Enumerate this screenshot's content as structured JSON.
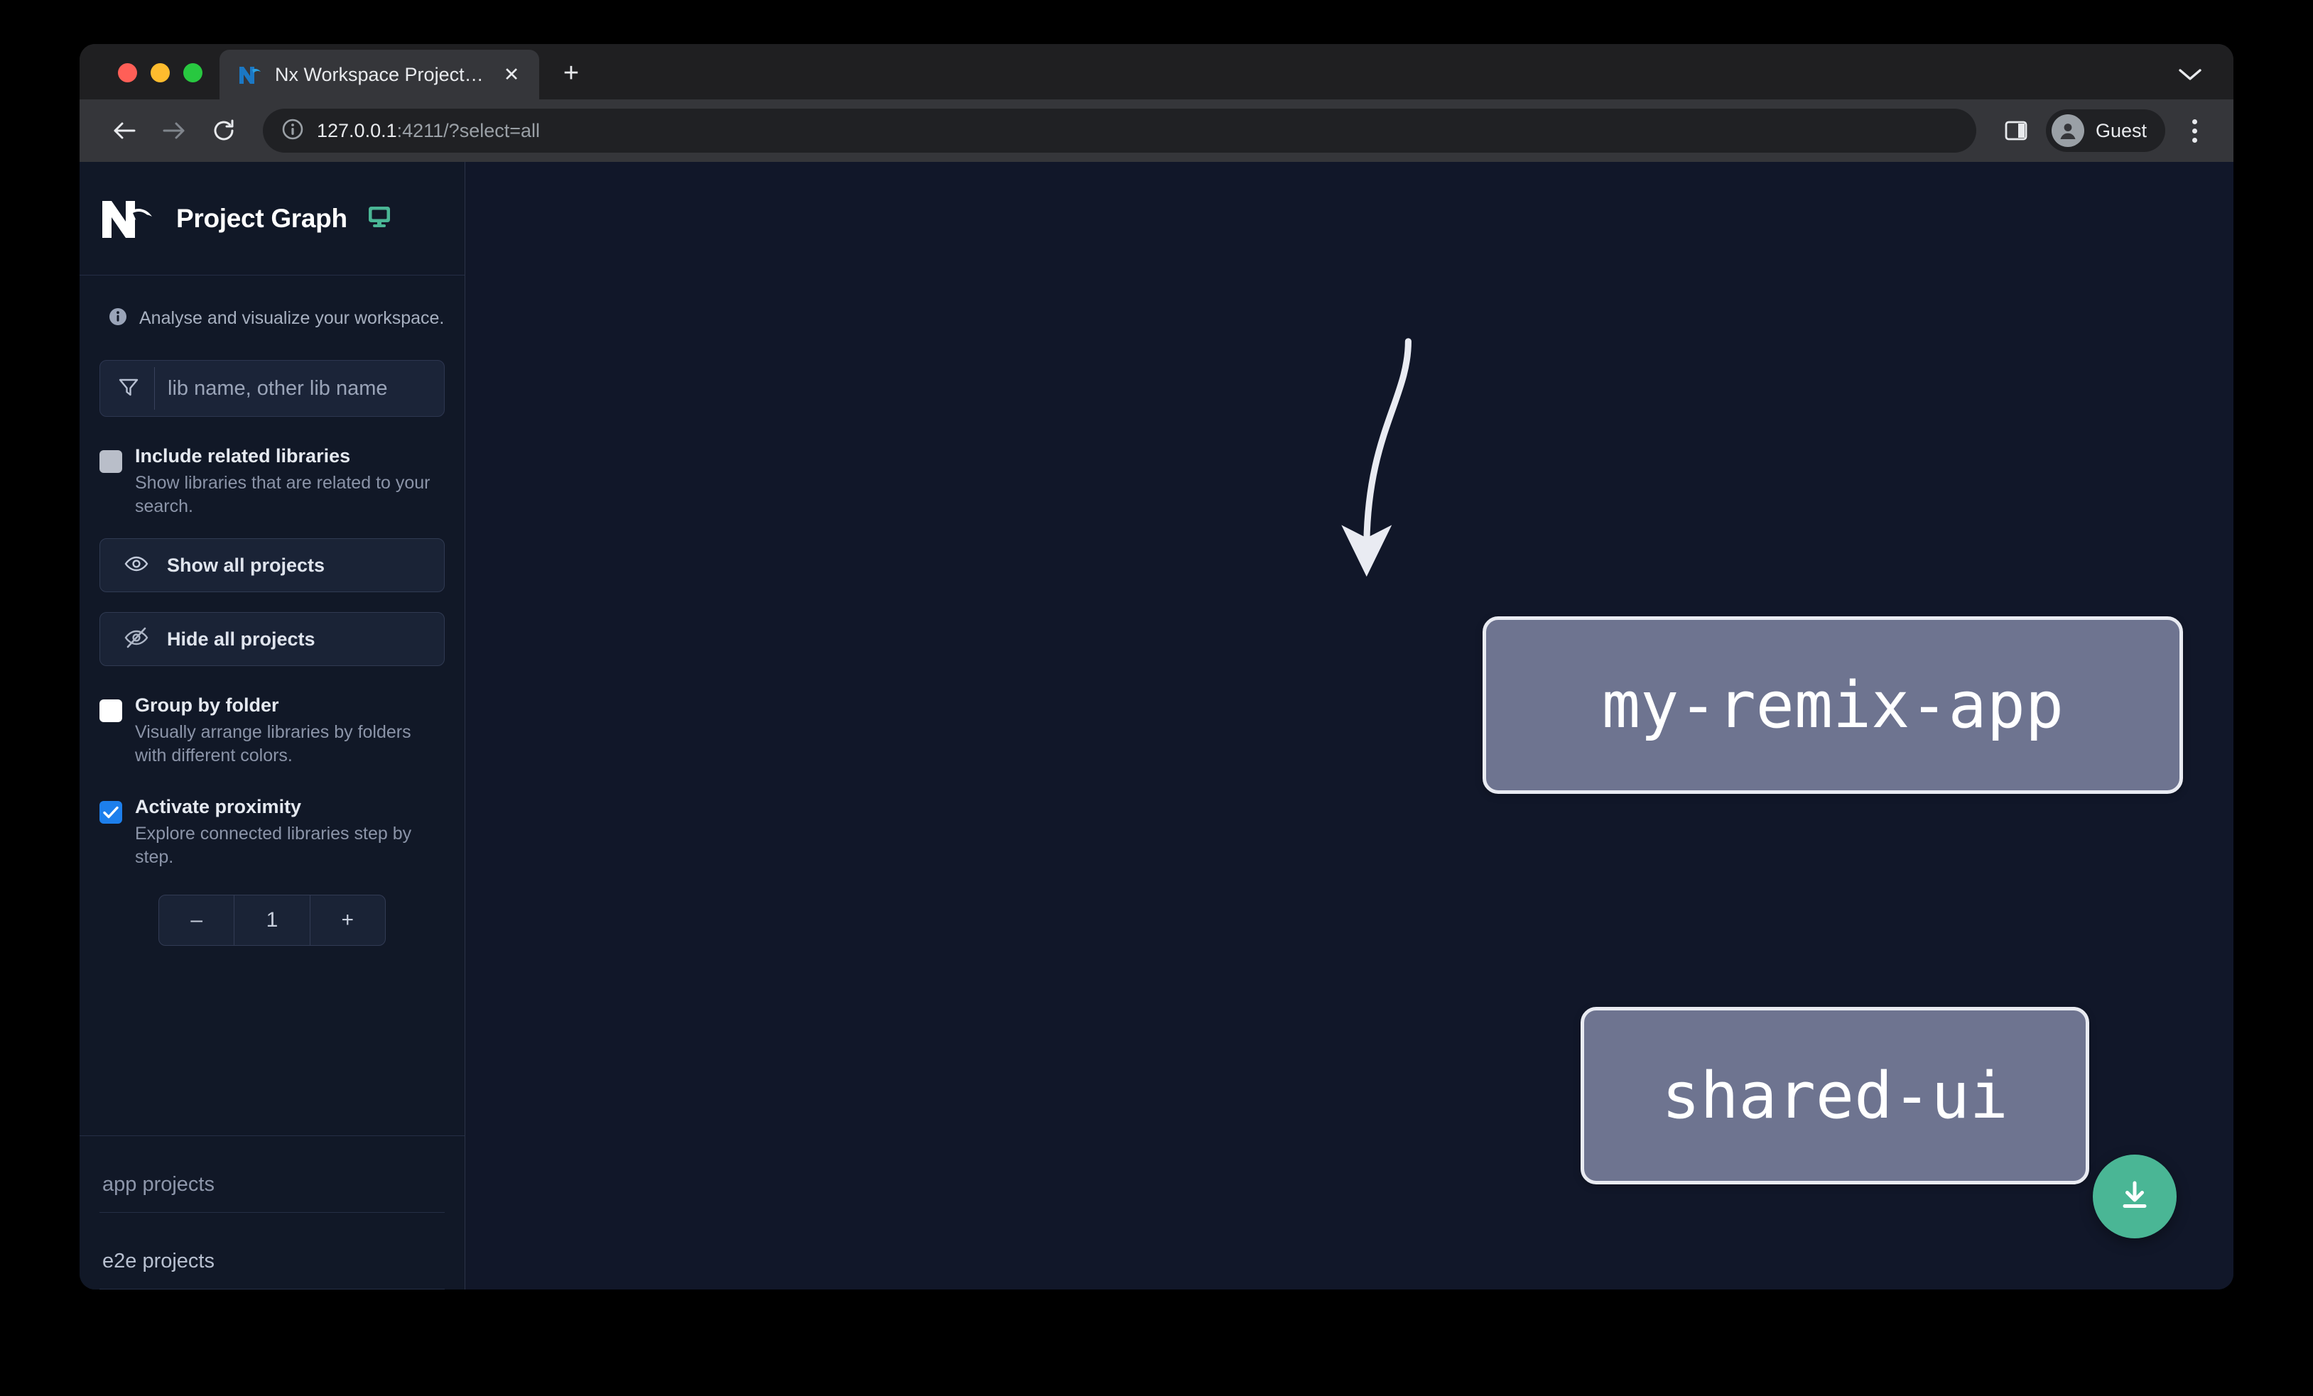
{
  "browser": {
    "tab": {
      "title": "Nx Workspace Project Graph",
      "favicon_name": "nx-favicon",
      "close_label": "✕"
    },
    "new_tab_label": "+",
    "omnibox": {
      "host": "127.0.0.1",
      "rest": ":4211/?select=all",
      "site_info_icon": "info-circle-icon"
    },
    "profile": {
      "name": "Guest"
    },
    "nav": {
      "back": "back-arrow-icon",
      "forward": "forward-arrow-icon",
      "reload": "reload-icon"
    },
    "side_panel_icon": "side-panel-icon",
    "menu_icon": "kebab-menu-icon",
    "tabstrip_chevron_icon": "chevron-down-icon"
  },
  "sidebar": {
    "logo_name": "nx-logo",
    "title": "Project Graph",
    "display_icon": "monitor-icon",
    "hint": {
      "icon": "info-icon",
      "text": "Analyse and visualize your workspace."
    },
    "filter": {
      "icon": "funnel-icon",
      "placeholder": "lib name, other lib name",
      "value": ""
    },
    "options": [
      {
        "key": "include-related-libraries",
        "label": "Include related libraries",
        "description": "Show libraries that are related to your search.",
        "checked": false,
        "checkbox_style": "gray"
      },
      {
        "key": "group-by-folder",
        "label": "Group by folder",
        "description": "Visually arrange libraries by folders with different colors.",
        "checked": false,
        "checkbox_style": "white"
      },
      {
        "key": "activate-proximity",
        "label": "Activate proximity",
        "description": "Explore connected libraries step by step.",
        "checked": true,
        "checkbox_style": "blue"
      }
    ],
    "buttons": [
      {
        "key": "show-all-projects",
        "label": "Show all projects",
        "icon": "eye-icon"
      },
      {
        "key": "hide-all-projects",
        "label": "Hide all projects",
        "icon": "eye-off-icon"
      }
    ],
    "stepper": {
      "decrement": "–",
      "value": "1",
      "increment": "+"
    },
    "project_groups": [
      {
        "key": "app-projects",
        "title": "app projects"
      },
      {
        "key": "e2e-projects",
        "title": "e2e projects"
      }
    ]
  },
  "graph": {
    "nodes": [
      {
        "id": "my-remix-app",
        "label": "my-remix-app"
      },
      {
        "id": "shared-ui",
        "label": "shared-ui"
      }
    ],
    "edges": [
      {
        "from": "my-remix-app",
        "to": "shared-ui"
      }
    ],
    "download_button": {
      "icon": "download-icon",
      "color": "#4ab695"
    }
  },
  "colors": {
    "page_background": "#111729",
    "sidebar_background": "#111827",
    "node_fill": "#6e7490",
    "node_border": "#e9ebf2",
    "accent_green": "#4ab695",
    "accent_blue": "#1d7fec"
  }
}
